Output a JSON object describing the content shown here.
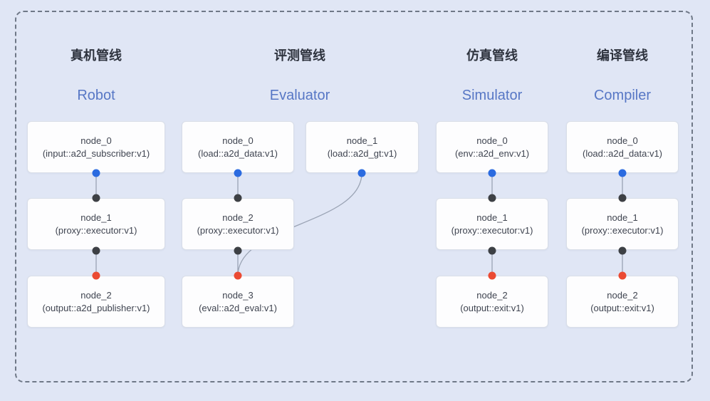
{
  "pipelines": [
    {
      "title_zh": "真机管线",
      "title_en": "Robot",
      "nodes": [
        {
          "name": "node_0",
          "type": "(input::a2d_subscriber:v1)"
        },
        {
          "name": "node_1",
          "type": "(proxy::executor:v1)"
        },
        {
          "name": "node_2",
          "type": "(output::a2d_publisher:v1)"
        }
      ],
      "edges": [
        "node_0->node_1",
        "node_1->node_2"
      ]
    },
    {
      "title_zh": "评测管线",
      "title_en": "Evaluator",
      "nodes": [
        {
          "name": "node_0",
          "type": "(load::a2d_data:v1)"
        },
        {
          "name": "node_1",
          "type": "(load::a2d_gt:v1)"
        },
        {
          "name": "node_2",
          "type": "(proxy::executor:v1)"
        },
        {
          "name": "node_3",
          "type": "(eval::a2d_eval:v1)"
        }
      ],
      "edges": [
        "node_0->node_2",
        "node_2->node_3",
        "node_1->node_3"
      ]
    },
    {
      "title_zh": "仿真管线",
      "title_en": "Simulator",
      "nodes": [
        {
          "name": "node_0",
          "type": "(env::a2d_env:v1)"
        },
        {
          "name": "node_1",
          "type": "(proxy::executor:v1)"
        },
        {
          "name": "node_2",
          "type": "(output::exit:v1)"
        }
      ],
      "edges": [
        "node_0->node_1",
        "node_1->node_2"
      ]
    },
    {
      "title_zh": "编译管线",
      "title_en": "Compiler",
      "nodes": [
        {
          "name": "node_0",
          "type": "(load::a2d_data:v1)"
        },
        {
          "name": "node_1",
          "type": "(proxy::executor:v1)"
        },
        {
          "name": "node_2",
          "type": "(output::exit:v1)"
        }
      ],
      "edges": [
        "node_0->node_1",
        "node_1->node_2"
      ]
    }
  ],
  "colors": {
    "background": "#e0e6f5",
    "dashed_border": "#6f7887",
    "node_background": "#fdfdfe",
    "node_border": "#d9dee8",
    "node_text": "#3f4450",
    "title_zh": "#2e333e",
    "title_en": "#5777c5",
    "wire": "#9aa3b4",
    "port_source_output": "#2b6be0",
    "port_executor": "#3d4045",
    "port_sink_input": "#eb4a33"
  }
}
